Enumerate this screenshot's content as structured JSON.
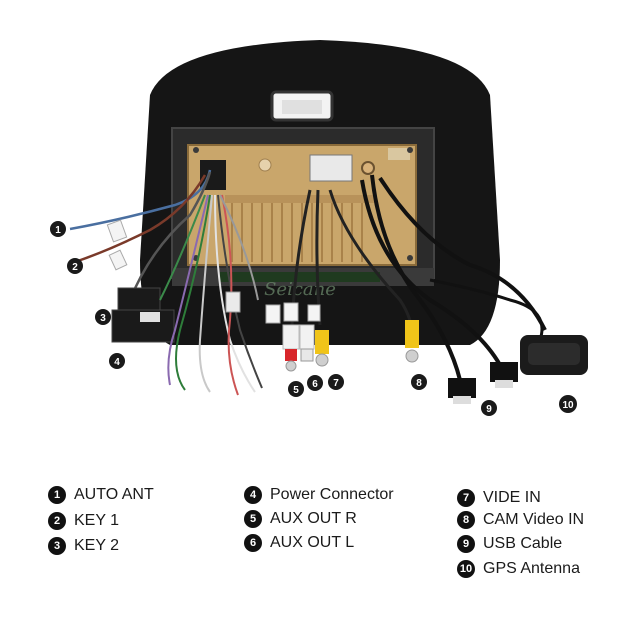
{
  "watermark": "Seicane",
  "callouts": [
    "1",
    "2",
    "3",
    "4",
    "5",
    "6",
    "7",
    "8",
    "9",
    "10"
  ],
  "legend": [
    {
      "num": "1",
      "label": "AUTO ANT"
    },
    {
      "num": "2",
      "label": "KEY 1"
    },
    {
      "num": "3",
      "label": "KEY 2"
    },
    {
      "num": "4",
      "label": "Power Connector"
    },
    {
      "num": "5",
      "label": "AUX OUT R"
    },
    {
      "num": "6",
      "label": "AUX OUT L"
    },
    {
      "num": "7",
      "label": "VIDE IN"
    },
    {
      "num": "8",
      "label": "CAM Video IN"
    },
    {
      "num": "9",
      "label": "USB Cable"
    },
    {
      "num": "10",
      "label": "GPS Antenna"
    }
  ],
  "colors": {
    "housing": "#151515",
    "board": "#c9a66b",
    "rca_red": "#d8262b",
    "rca_white": "#f2f2f2",
    "rca_yellow": "#f0c419",
    "callout": "#111111"
  }
}
